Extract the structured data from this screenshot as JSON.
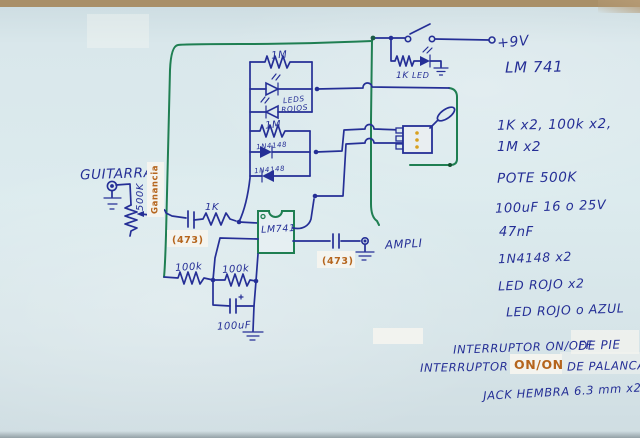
{
  "colors": {
    "ink_blue": "#252f96",
    "ink_green": "#1f7f52",
    "overlay_orange": "#b5651d",
    "paper": "#dcebee"
  },
  "schematic": {
    "power_label": "+9V",
    "r_led": "1K",
    "led_label": "LED",
    "guitar_label": "GUITARRA",
    "pot_value": "500K",
    "gain_overlay": "Ganancia",
    "cap_in_overlay": "(473)",
    "r_in": "1K",
    "r_fb_top": "1M",
    "leds_line1": "LEDS",
    "leds_line2": "ROJOS",
    "r_fb_mid": "1M",
    "diode1": "1N4148",
    "diode2": "1N4148",
    "opamp": "LM741",
    "r_div1": "100k",
    "r_div2": "100k",
    "c_div": "100uF",
    "cap_out_overlay": "(473)",
    "output_label": "AMPLI"
  },
  "parts_list": [
    "LM 741",
    "1K x2, 100k x2,",
    "1M x2",
    "POTE 500K",
    "100uF 16 o 25V",
    "47nF",
    "1N4148 x2",
    "LED ROJO x2",
    "LED ROJO o AZUL"
  ],
  "footnotes": {
    "line1_text": "INTERRUPTOR ON/OFF",
    "line1_highlight": "DE PIE",
    "line2_text": "INTERRUPTOR",
    "line2_overlay": "ON/ON",
    "line2_rest": "DE PALANCA",
    "line3": "JACK HEMBRA 6.3 mm x2"
  }
}
